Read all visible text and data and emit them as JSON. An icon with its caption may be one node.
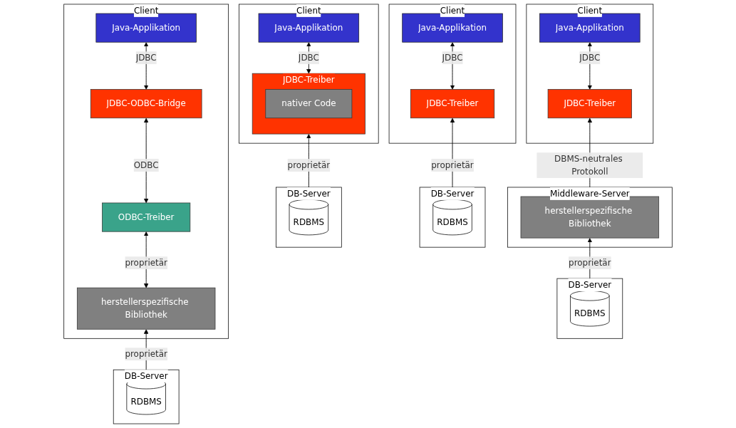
{
  "diagram": {
    "nodes": [
      {
        "text": [
          "Client"
        ]
      },
      {
        "text": [
          "Java-Applikation"
        ],
        "in": 0
      },
      {
        "text": [
          "JDBC-ODBC-Bridge"
        ],
        "in": 0
      },
      {
        "text": [
          "ODBC-Treiber"
        ],
        "in": 0
      },
      {
        "text": [
          "herstellerspezifische Bibliothek"
        ],
        "in": 0
      },
      {
        "text": [
          "DB-Server"
        ]
      },
      {
        "text": [
          "RDBMS"
        ],
        "in": 5
      },
      {
        "text": [
          "Client"
        ]
      },
      {
        "text": [
          "Java-Applikation"
        ],
        "in": 7
      },
      {
        "text": [
          "JDBC-Treiber"
        ],
        "in": 7
      },
      {
        "text": [
          "nativer Code"
        ],
        "in": 9
      },
      {
        "text": [
          "DB-Server"
        ]
      },
      {
        "text": [
          "RDBMS"
        ],
        "in": 11
      },
      {
        "text": [
          "Client"
        ]
      },
      {
        "text": [
          "Java-Applikation"
        ],
        "in": 13
      },
      {
        "text": [
          "JDBC-Treiber"
        ],
        "in": 13
      },
      {
        "text": [
          "Middleware-Server"
        ]
      },
      {
        "text": [
          "herstellerspezifische Bibliothek"
        ],
        "in": 16
      },
      {
        "text": [
          "DB-Server"
        ]
      },
      {
        "text": [
          "RDBMS"
        ],
        "in": 18
      },
      {
        "text": [
          "Client"
        ]
      },
      {
        "text": [
          "Java-Applikation"
        ],
        "in": 20
      },
      {
        "text": [
          "JDBC-Treiber"
        ],
        "in": 20
      },
      {
        "text": [
          "DB-Server"
        ]
      },
      {
        "text": [
          "RDBMS"
        ],
        "in": 23
      }
    ],
    "edges": [
      {
        "from": 1,
        "to": 2,
        "arrow": "both",
        "label": "JDBC"
      },
      {
        "from": 2,
        "to": 3,
        "arrow": "both",
        "label": "ODBC"
      },
      {
        "from": 3,
        "to": 4,
        "arrow": "both",
        "label": "proprietär"
      },
      {
        "from": 4,
        "to": 6,
        "arrow": "both",
        "label": "proprietär"
      },
      {
        "from": 8,
        "to": 9,
        "arrow": "both",
        "label": "JDBC"
      },
      {
        "from": 9,
        "to": 12,
        "arrow": "both",
        "label": "proprietär"
      },
      {
        "from": 14,
        "to": 15,
        "arrow": "both",
        "label": "JDBC"
      },
      {
        "from": 15,
        "to": 17,
        "arrow": "both",
        "label": "DBMS-neutrales Protokoll"
      },
      {
        "from": 17,
        "to": 19,
        "arrow": "both",
        "label": "proprietär"
      },
      {
        "from": 21,
        "to": 22,
        "arrow": "both",
        "label": "JDBC"
      },
      {
        "from": 22,
        "to": 24,
        "arrow": "both",
        "label": "proprietär"
      }
    ]
  }
}
